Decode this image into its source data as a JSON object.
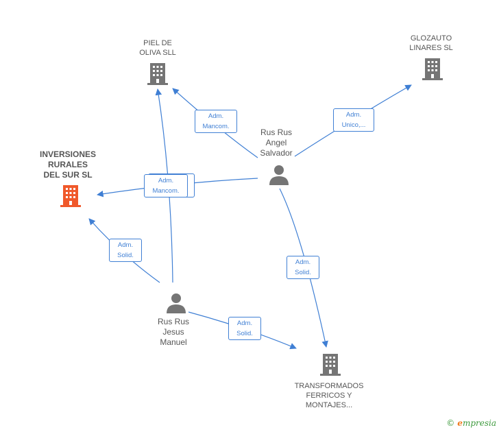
{
  "nodes": {
    "piel": {
      "lines": [
        "PIEL DE",
        "OLIVA SLL"
      ],
      "type": "company"
    },
    "glozauto": {
      "lines": [
        "GLOZAUTO",
        "LINARES SL"
      ],
      "type": "company"
    },
    "inversiones": {
      "lines": [
        "INVERSIONES",
        "RURALES",
        "DEL SUR SL"
      ],
      "type": "company-main"
    },
    "angel": {
      "lines": [
        "Rus Rus",
        "Angel",
        "Salvador"
      ],
      "type": "person"
    },
    "jesus": {
      "lines": [
        "Rus Rus",
        "Jesus",
        "Manuel"
      ],
      "type": "person"
    },
    "transformados": {
      "lines": [
        "TRANSFORMADOS",
        "FERRICOS Y",
        "MONTAJES..."
      ],
      "type": "company"
    }
  },
  "edges": [
    {
      "id": "e1",
      "lines": [
        "Adm.",
        "Mancom."
      ]
    },
    {
      "id": "e2",
      "lines": [
        "Adm.",
        "Unico,..."
      ]
    },
    {
      "id": "e3",
      "lines": [
        "Adm.",
        "Mancom."
      ]
    },
    {
      "id": "e4",
      "lines": [
        "Adm.",
        "Solid."
      ]
    },
    {
      "id": "e5",
      "lines": [
        "Adm.",
        "Solid."
      ]
    },
    {
      "id": "e6",
      "lines": [
        "Adm.",
        "Solid."
      ]
    }
  ],
  "colors": {
    "edge": "#3f7fd4",
    "company": "#757575",
    "company_main": "#f0592b",
    "person": "#757575"
  },
  "footer": {
    "copyright": "©",
    "brand_first": "e",
    "brand_rest": "mpresia"
  }
}
